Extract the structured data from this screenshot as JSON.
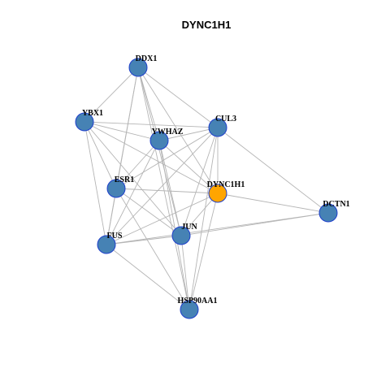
{
  "title": "DYNC1H1",
  "colors": {
    "node_default_fill": "#4682B4",
    "node_default_stroke": "#1E3FCC",
    "node_focus_fill": "#FFA500",
    "node_focus_stroke": "#1E3FCC",
    "edge": "#B5B5B5"
  },
  "nodes": [
    {
      "id": "DDX1",
      "label": "DDX1",
      "focus": false
    },
    {
      "id": "YBX1",
      "label": "YBX1",
      "focus": false
    },
    {
      "id": "CUL3",
      "label": "CUL3",
      "focus": false
    },
    {
      "id": "YWHAZ",
      "label": "YWHAZ",
      "focus": false
    },
    {
      "id": "ESR1",
      "label": "ESR1",
      "focus": false
    },
    {
      "id": "DYNC1H1",
      "label": "DYNC1H1",
      "focus": true
    },
    {
      "id": "DCTN1",
      "label": "DCTN1",
      "focus": false
    },
    {
      "id": "FUS",
      "label": "FUS",
      "focus": false
    },
    {
      "id": "JUN",
      "label": "JUN",
      "focus": false
    },
    {
      "id": "HSP90AA1",
      "label": "HSP90AA1",
      "focus": false
    }
  ],
  "edges": [
    [
      "DDX1",
      "YBX1"
    ],
    [
      "DDX1",
      "CUL3"
    ],
    [
      "DDX1",
      "YWHAZ"
    ],
    [
      "DDX1",
      "ESR1"
    ],
    [
      "DDX1",
      "DYNC1H1"
    ],
    [
      "DDX1",
      "FUS"
    ],
    [
      "DDX1",
      "JUN"
    ],
    [
      "DDX1",
      "HSP90AA1"
    ],
    [
      "YBX1",
      "CUL3"
    ],
    [
      "YBX1",
      "YWHAZ"
    ],
    [
      "YBX1",
      "ESR1"
    ],
    [
      "YBX1",
      "DYNC1H1"
    ],
    [
      "YBX1",
      "FUS"
    ],
    [
      "YBX1",
      "JUN"
    ],
    [
      "CUL3",
      "YWHAZ"
    ],
    [
      "CUL3",
      "ESR1"
    ],
    [
      "CUL3",
      "DYNC1H1"
    ],
    [
      "CUL3",
      "DCTN1"
    ],
    [
      "CUL3",
      "FUS"
    ],
    [
      "CUL3",
      "JUN"
    ],
    [
      "CUL3",
      "HSP90AA1"
    ],
    [
      "YWHAZ",
      "ESR1"
    ],
    [
      "YWHAZ",
      "DYNC1H1"
    ],
    [
      "YWHAZ",
      "FUS"
    ],
    [
      "YWHAZ",
      "JUN"
    ],
    [
      "YWHAZ",
      "HSP90AA1"
    ],
    [
      "ESR1",
      "DYNC1H1"
    ],
    [
      "ESR1",
      "FUS"
    ],
    [
      "ESR1",
      "JUN"
    ],
    [
      "ESR1",
      "HSP90AA1"
    ],
    [
      "DYNC1H1",
      "DCTN1"
    ],
    [
      "DYNC1H1",
      "FUS"
    ],
    [
      "DYNC1H1",
      "JUN"
    ],
    [
      "DYNC1H1",
      "HSP90AA1"
    ],
    [
      "DCTN1",
      "FUS"
    ],
    [
      "DCTN1",
      "JUN"
    ],
    [
      "FUS",
      "JUN"
    ],
    [
      "FUS",
      "HSP90AA1"
    ],
    [
      "JUN",
      "HSP90AA1"
    ]
  ]
}
